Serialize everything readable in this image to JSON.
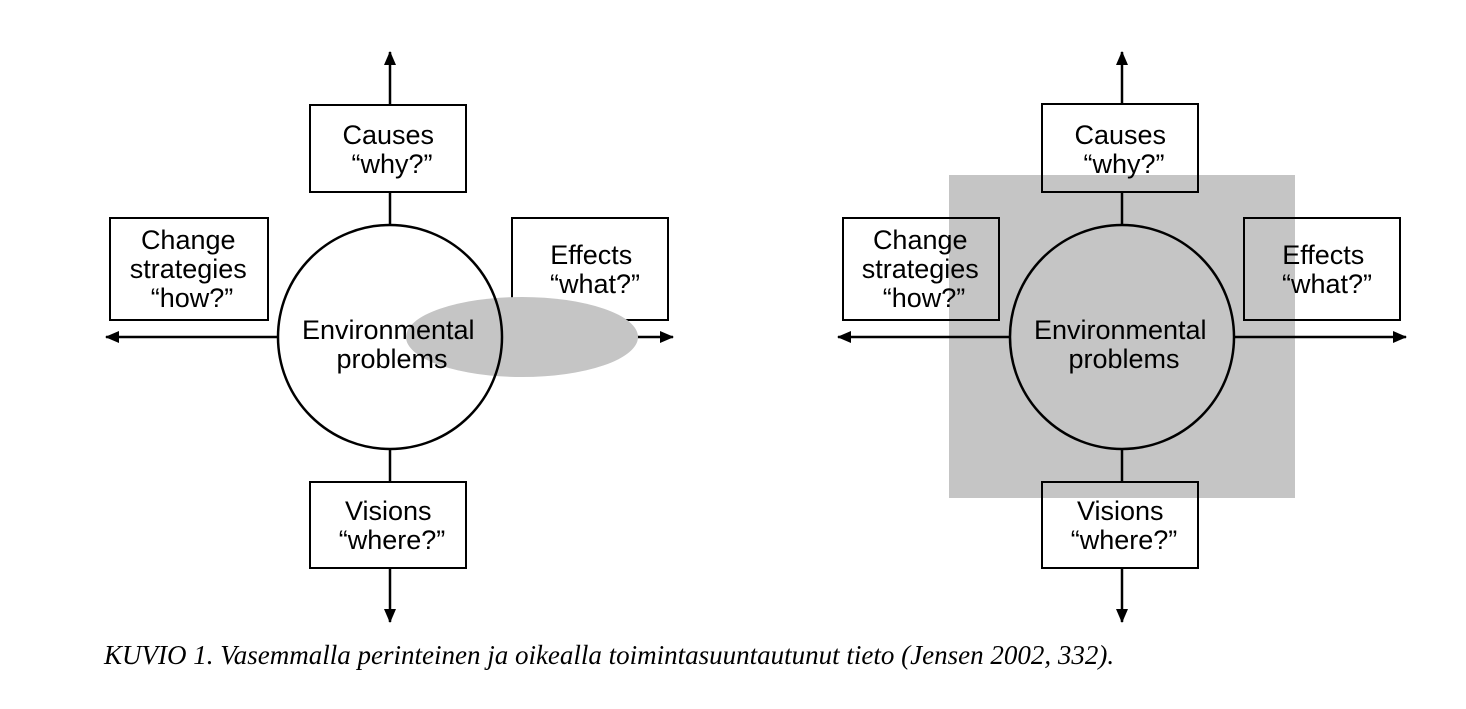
{
  "diagrams": [
    {
      "highlight": "ellipse",
      "causes": [
        "Causes",
        "“why?”"
      ],
      "change": [
        "Change",
        "strategies",
        "“how?”"
      ],
      "effects": [
        "Effects",
        "“what?”"
      ],
      "center": [
        "Environmental",
        "problems"
      ],
      "visions": [
        "Visions",
        "“where?”"
      ]
    },
    {
      "highlight": "square",
      "causes": [
        "Causes",
        "“why?”"
      ],
      "change": [
        "Change",
        "strategies",
        "“how?”"
      ],
      "effects": [
        "Effects",
        "“what?”"
      ],
      "center": [
        "Environmental",
        "problems"
      ],
      "visions": [
        "Visions",
        "“where?”"
      ]
    }
  ],
  "colors": {
    "highlight": "#c5c5c5",
    "stroke": "#000000"
  },
  "caption": "KUVIO 1. Vasemmalla perinteinen ja oikealla toimintasuuntautunut tieto (Jensen 2002, 332)."
}
